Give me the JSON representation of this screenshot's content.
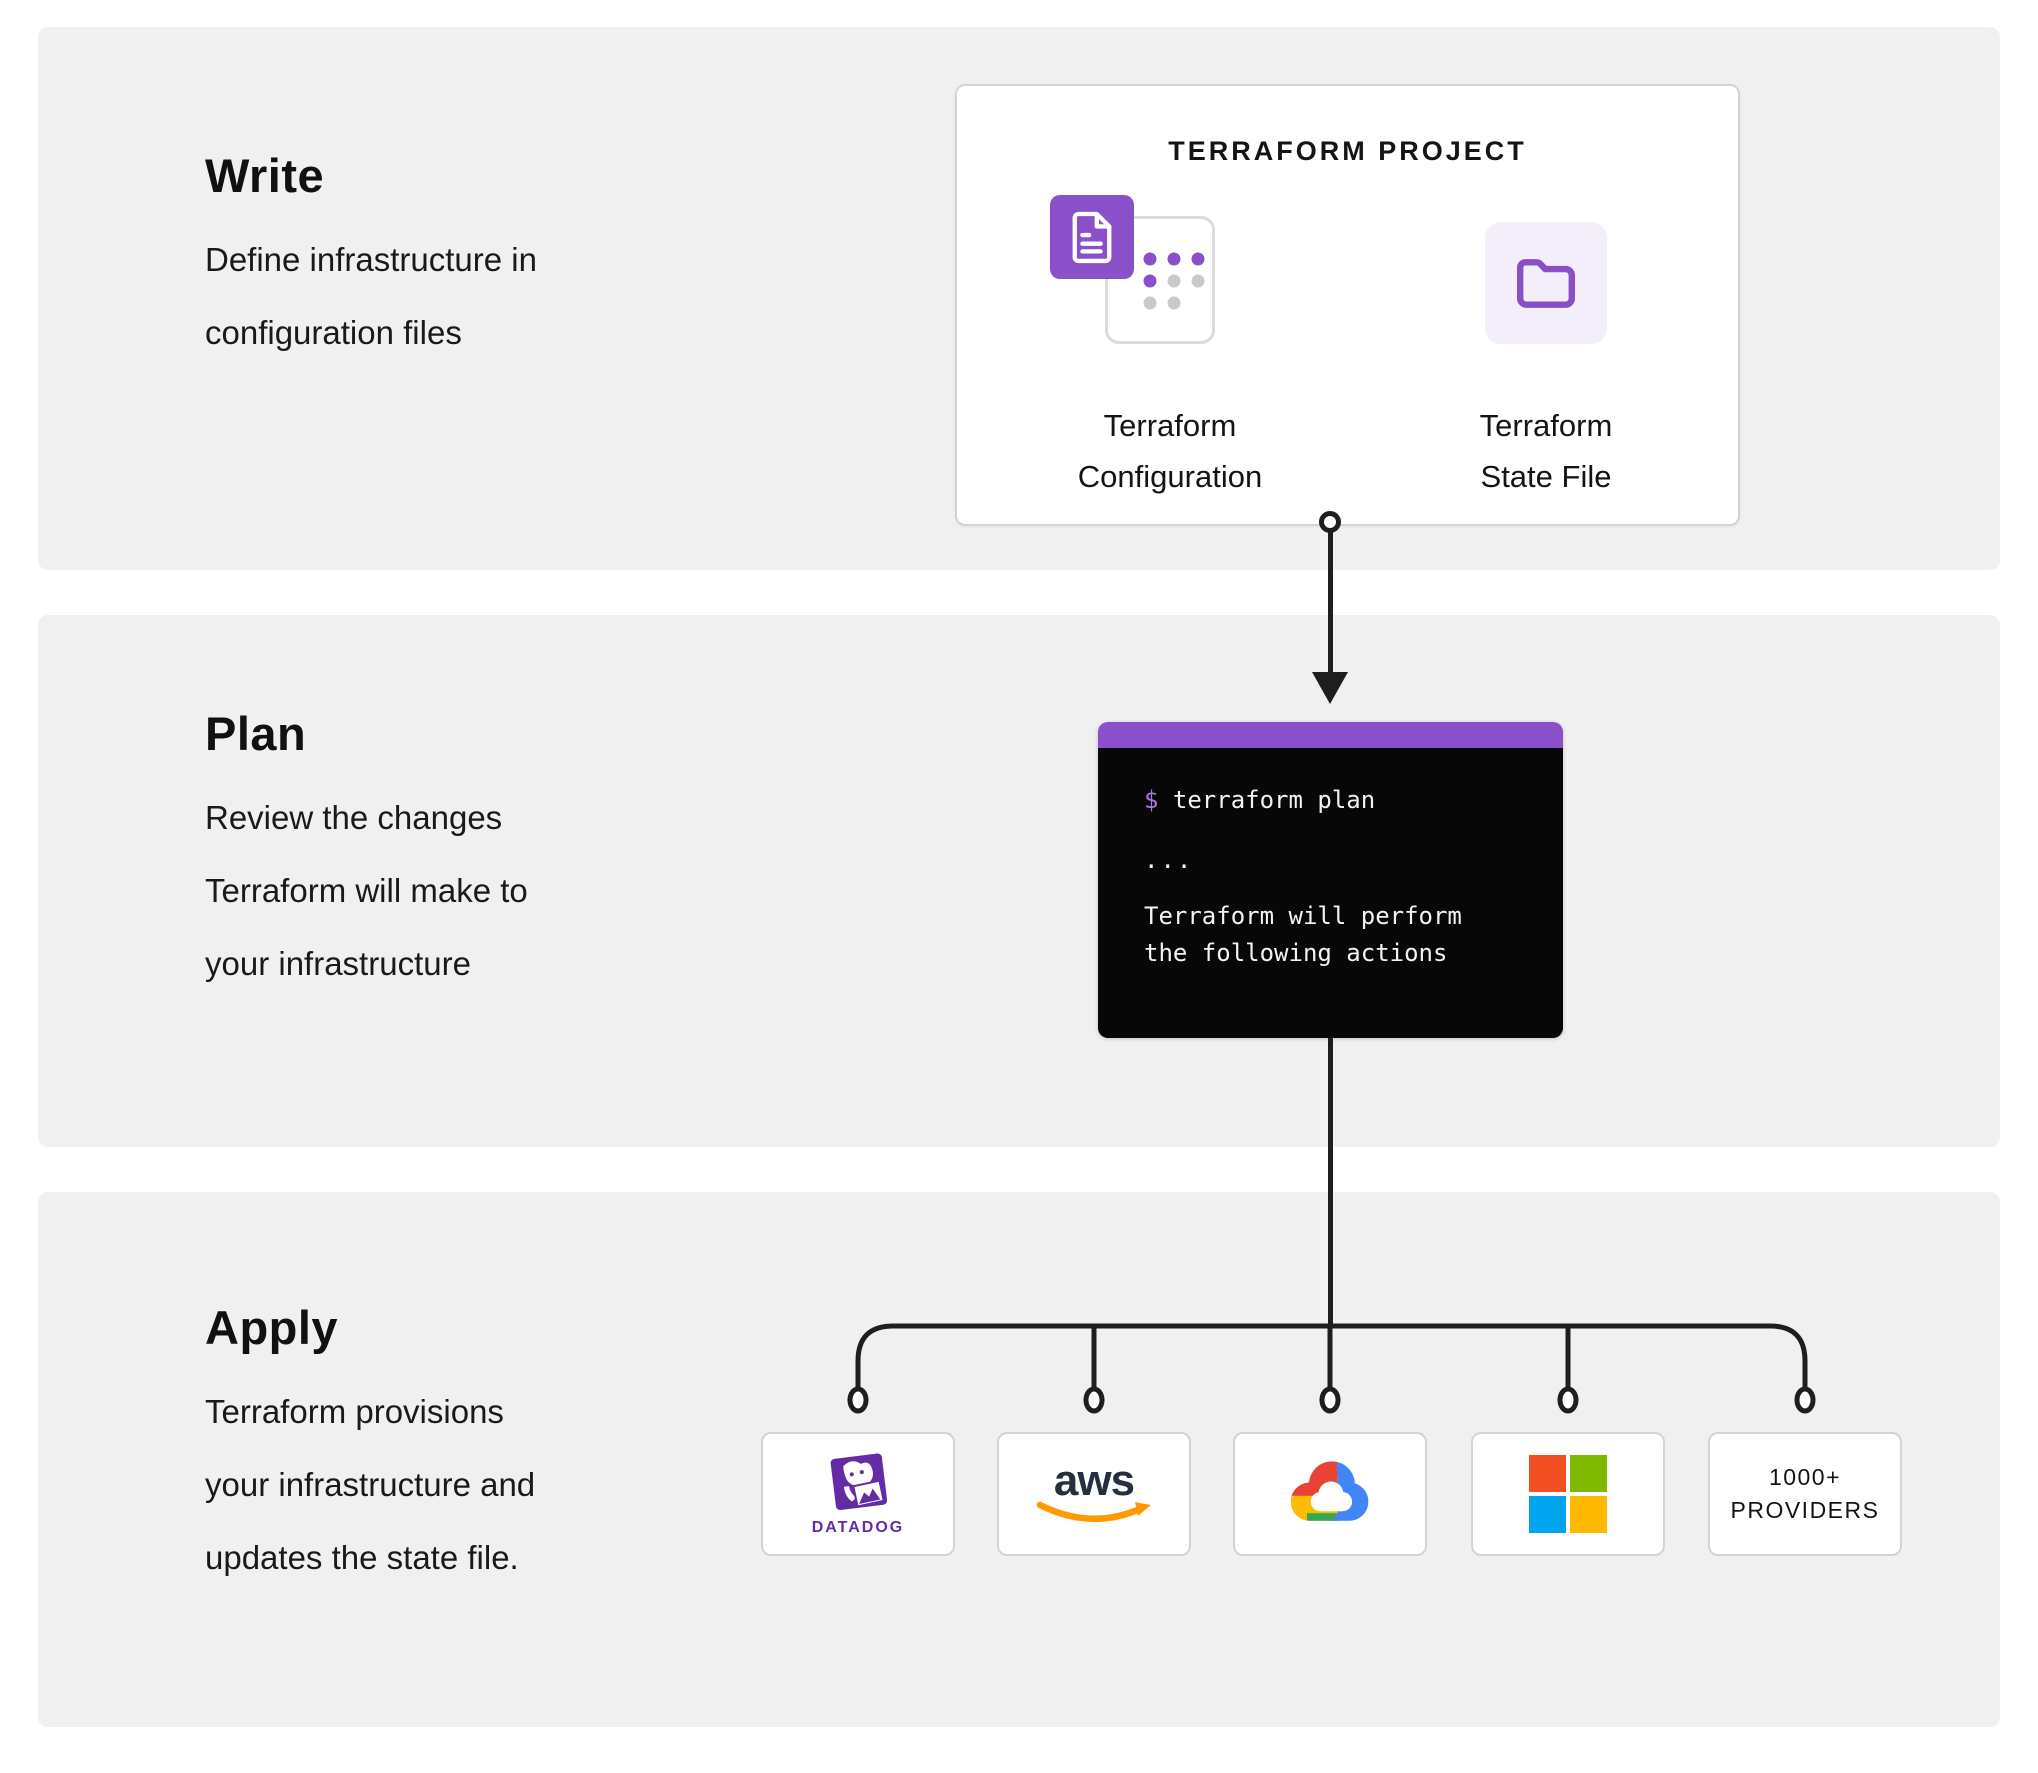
{
  "steps": {
    "write": {
      "title": "Write",
      "desc1": "Define infrastructure in",
      "desc2": "configuration files"
    },
    "plan": {
      "title": "Plan",
      "desc1": "Review the changes",
      "desc2": "Terraform will make to",
      "desc3": "your infrastructure"
    },
    "apply": {
      "title": "Apply",
      "desc1": "Terraform provisions",
      "desc2": "your infrastructure and",
      "desc3": "updates the state file."
    }
  },
  "project_card": {
    "title": "TERRAFORM PROJECT",
    "config_label1": "Terraform",
    "config_label2": "Configuration",
    "state_label1": "Terraform",
    "state_label2": "State File"
  },
  "terminal": {
    "prompt": "$",
    "command": "terraform plan",
    "ellipsis": "...",
    "out1": "Terraform will perform",
    "out2": "the following actions"
  },
  "providers": {
    "datadog": {
      "name": "Datadog",
      "wordmark": "DATADOG"
    },
    "aws": {
      "name": "AWS",
      "wordmark": "aws"
    },
    "gcp": {
      "name": "Google Cloud"
    },
    "microsoft": {
      "name": "Microsoft"
    },
    "more": {
      "line1": "1000+",
      "line2": "PROVIDERS"
    }
  },
  "colors": {
    "section_bg": "#f0f0f1",
    "purple": "#8a50cc",
    "purple_light": "#f4eefb",
    "terminal_bg": "#070707",
    "connector": "#1e1e1e",
    "datadog_purple": "#632CA6",
    "aws_dark": "#252F3E",
    "aws_orange": "#FF9900",
    "gcp_blue": "#4285F4",
    "gcp_red": "#EA4335",
    "gcp_yellow": "#FBBC05",
    "gcp_green": "#34A853",
    "ms_red": "#F25022",
    "ms_green": "#7FBA00",
    "ms_blue": "#00A4EF",
    "ms_yellow": "#FFB900"
  }
}
